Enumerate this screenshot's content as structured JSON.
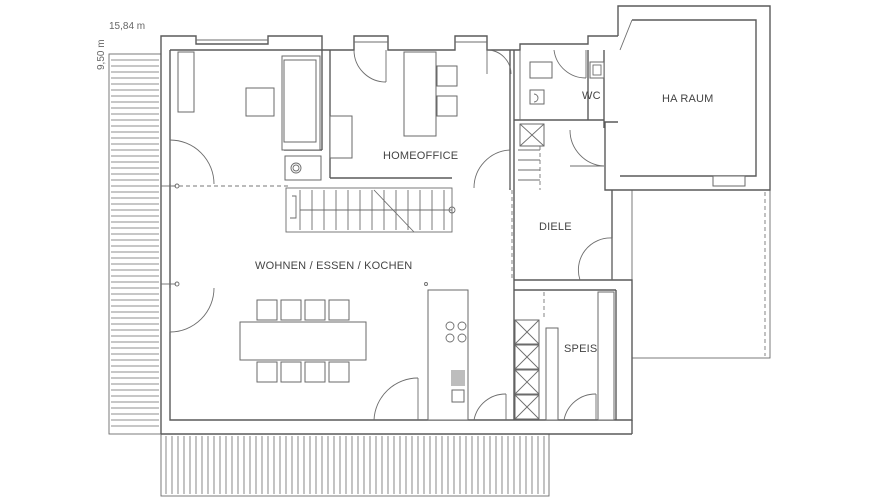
{
  "dimensions": {
    "width": "15,84 m",
    "depth": "9,50 m"
  },
  "rooms": {
    "homeoffice": "HOMEOFFICE",
    "wc": "WC",
    "ha_raum": "HA RAUM",
    "diele": "DIELE",
    "living": "WOHNEN / ESSEN / KOCHEN",
    "speis": "SPEIS"
  }
}
